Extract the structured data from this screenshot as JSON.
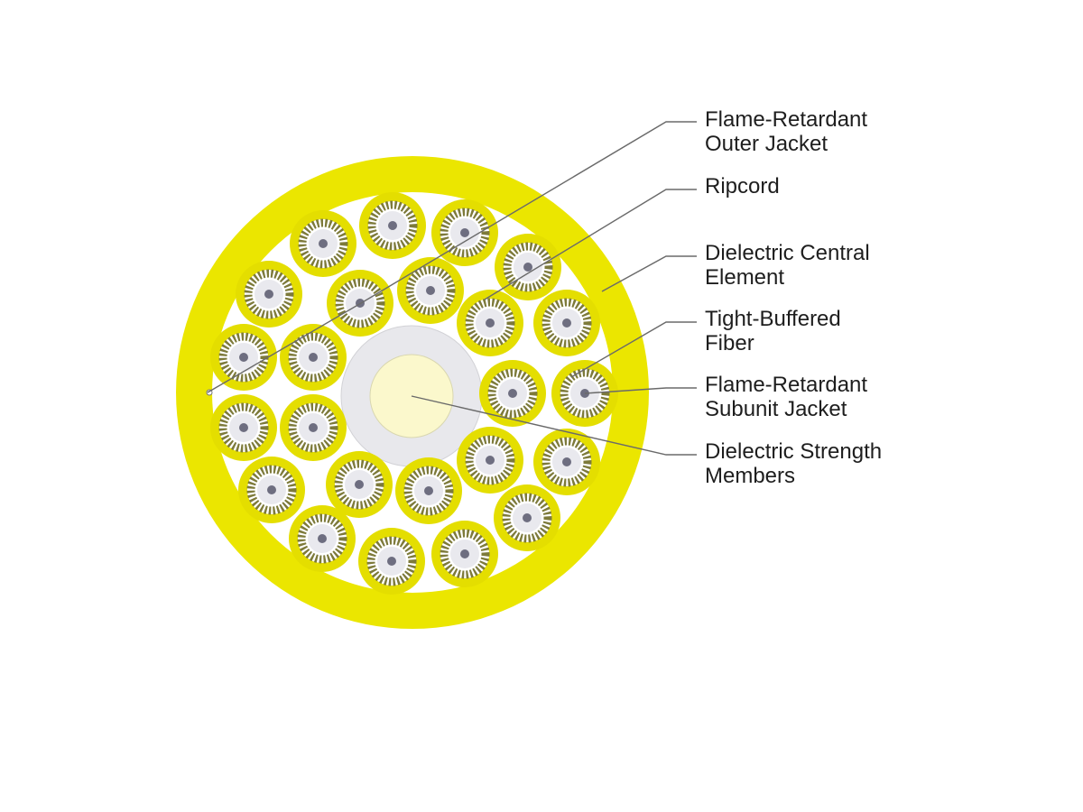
{
  "diagram": {
    "labels": [
      {
        "id": "outer-jacket",
        "lines": [
          "Flame-Retardant",
          "Outer Jacket"
        ]
      },
      {
        "id": "ripcord",
        "lines": [
          "Ripcord",
          ""
        ]
      },
      {
        "id": "central-element",
        "lines": [
          "Dielectric Central",
          "Element"
        ]
      },
      {
        "id": "tight-buffered",
        "lines": [
          "Tight-Buffered",
          "Fiber"
        ]
      },
      {
        "id": "subunit-jacket",
        "lines": [
          "Flame-Retardant",
          "Subunit Jacket"
        ]
      },
      {
        "id": "strength-members",
        "lines": [
          "Dielectric Strength",
          "Members"
        ]
      }
    ],
    "colors": {
      "jacket": "#ebe600",
      "subunit": "#e4de00",
      "yarn_dark": "#7d7a3a",
      "fiber_ring": "#e9e9ee",
      "fiber_core": "#6e6e80",
      "central_ring": "#e8e8ec",
      "central_core": "#fbf8cc",
      "leader": "#6a6a6a"
    },
    "subunit_count": 24
  }
}
